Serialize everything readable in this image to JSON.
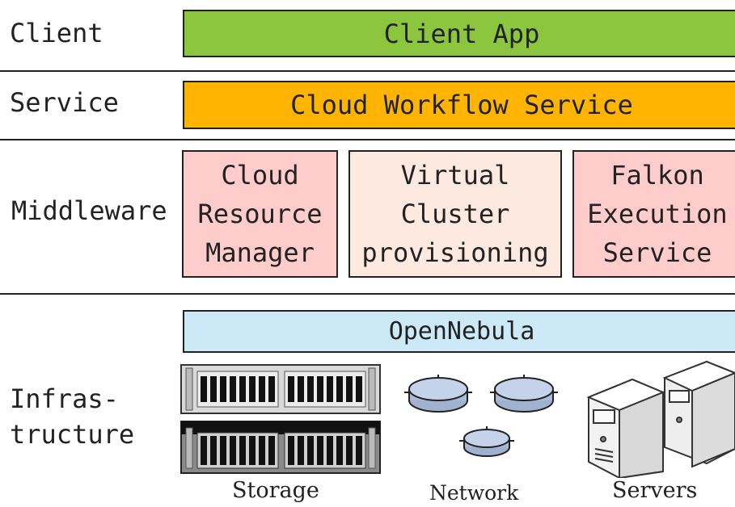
{
  "layers": {
    "client": {
      "label": "Client"
    },
    "service": {
      "label": "Service"
    },
    "middleware": {
      "label": "Middleware"
    },
    "infrastructure": {
      "label_line1": "Infras-",
      "label_line2": "tructure"
    }
  },
  "boxes": {
    "client_app": {
      "label": "Client App",
      "color": "#8cc63f"
    },
    "cloud_workflow_service": {
      "label": "Cloud Workflow Service",
      "color": "#ffb400"
    },
    "cloud_resource_manager": {
      "lines": [
        "Cloud",
        "Resource",
        "Manager"
      ],
      "color": "#ffcccc"
    },
    "virtual_cluster_provisioning": {
      "lines": [
        "Virtual",
        "Cluster",
        "provisioning"
      ],
      "color": "#fde9df"
    },
    "falkon_execution_service": {
      "lines": [
        "Falkon",
        "Execution",
        "Service"
      ],
      "color": "#ffcccc"
    },
    "opennebula": {
      "label": "OpenNebula",
      "color": "#cce9f8"
    }
  },
  "resources": {
    "storage": {
      "label": "Storage",
      "icon": "storage-rack-icon"
    },
    "network": {
      "label": "Network",
      "icon": "network-router-icon"
    },
    "servers": {
      "label": "Servers",
      "icon": "server-tower-icon"
    }
  }
}
